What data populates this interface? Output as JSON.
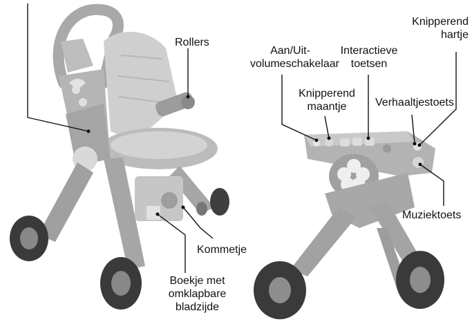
{
  "labels": {
    "rollers": "Rollers",
    "aan_uit_1": "Aan/Uit-",
    "aan_uit_2": "volumeschakelaar",
    "interactieve_1": "Interactieve",
    "interactieve_2": "toetsen",
    "knipperend_hartje_1": "Knipperend",
    "knipperend_hartje_2": "hartje",
    "knipperend_maantje_1": "Knipperend",
    "knipperend_maantje_2": "maantje",
    "verhaaltjestoets": "Verhaaltjestoets",
    "muziektoets": "Muziektoets",
    "kommetje": "Kommetje",
    "boekje_1": "Boekje met",
    "boekje_2": "omklapbare",
    "boekje_3": "bladzijde"
  },
  "colors": {
    "toy_body": "#a9a9a9",
    "toy_light": "#c9c9c9",
    "toy_dark": "#6e6e6e",
    "wheel": "#3a3a3a",
    "line": "#111111"
  }
}
